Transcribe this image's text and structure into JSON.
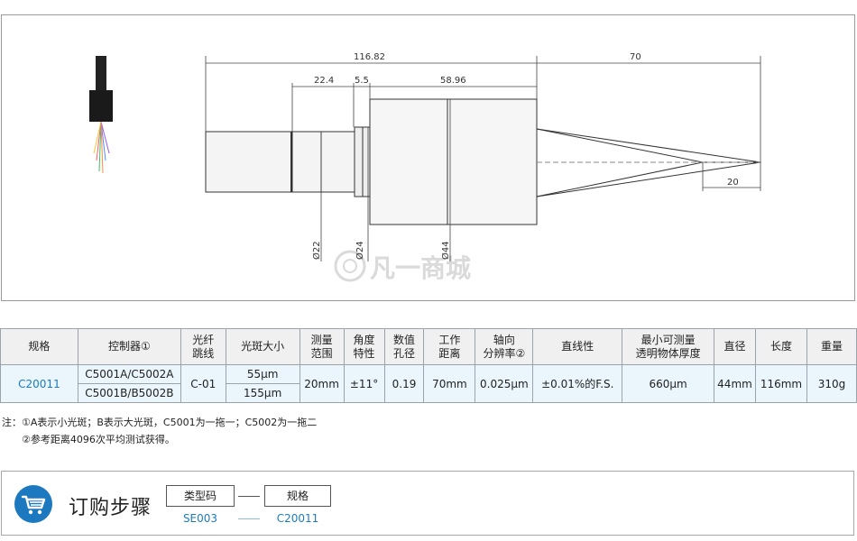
{
  "drawing": {
    "dims": {
      "total_length": "116.82",
      "range": "70",
      "seg1": "22.4",
      "seg2": "5.5",
      "seg3": "58.96",
      "spot_dist": "20",
      "dia1": "Ø22",
      "dia2": "Ø24",
      "dia3": "Ø44"
    },
    "watermark": "凡一商城",
    "colors": {
      "line": "#333333",
      "body_fill": "#f2f2f2",
      "watermark": "#d8d8d8"
    }
  },
  "table": {
    "headers": [
      "规格",
      "控制器①",
      "光纤\n跳线",
      "光斑大小",
      "测量\n范围",
      "角度\n特性",
      "数值\n孔径",
      "工作\n距离",
      "轴向\n分辨率②",
      "直线性",
      "最小可测量\n透明物体厚度",
      "直径",
      "长度",
      "重量"
    ],
    "row": {
      "model": "C20011",
      "controller_a": "C5001A/C5002A",
      "controller_b": "C5001B/B5002B",
      "fiber": "C-01",
      "spot_a": "55μm",
      "spot_b": "155μm",
      "range": "20mm",
      "angle": "±11°",
      "na": "0.19",
      "working_distance": "70mm",
      "axial_resolution": "0.025μm",
      "linearity": "±0.01%的F.S.",
      "min_thickness": "660μm",
      "diameter": "44mm",
      "length": "116mm",
      "weight": "310g"
    },
    "colors": {
      "header_bg": "#f0f0f0",
      "row_bg": "#eaf5fc",
      "model_text": "#1c7bc0"
    }
  },
  "notes": {
    "line1": "注：①A表示小光斑；B表示大光斑，C5001为一拖一；C5002为一拖二",
    "line2": "②参考距离4096次平均测试获得。"
  },
  "order": {
    "title": "订购步骤",
    "icon": "shopping-cart-icon",
    "step1_label": "类型码",
    "step2_label": "规格",
    "step1_value": "SE003",
    "step2_value": "C20011",
    "accent": "#1c79bf"
  }
}
